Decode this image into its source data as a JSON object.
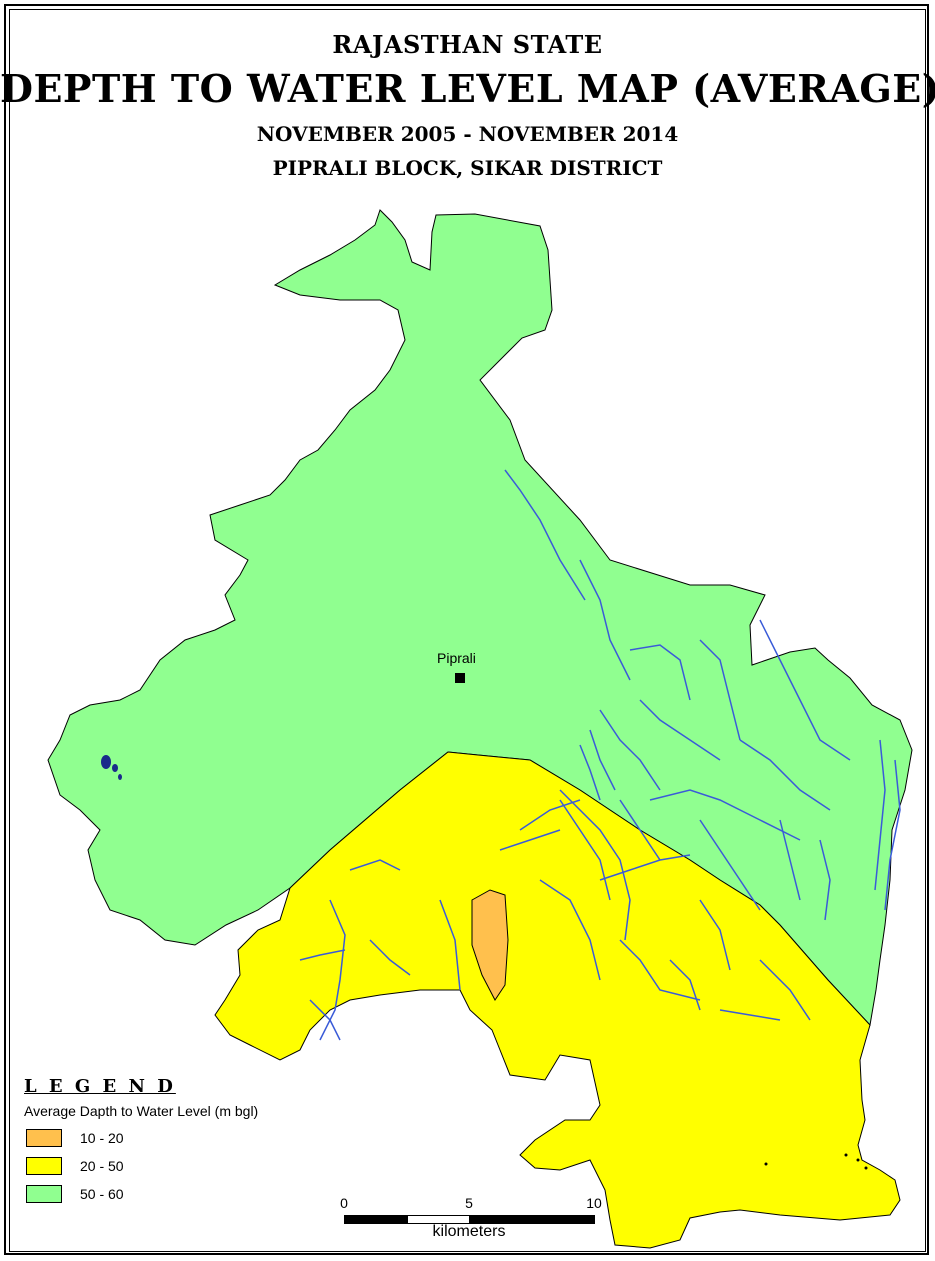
{
  "map": {
    "state": "RAJASTHAN STATE",
    "title": "DEPTH TO WATER LEVEL MAP (AVERAGE)",
    "period": "NOVEMBER 2005 - NOVEMBER 2014",
    "location": "PIPRALI BLOCK, SIKAR DISTRICT",
    "town": "Piprali"
  },
  "legend": {
    "heading": "L E G E N D",
    "subtitle": "Average Dapth to Water Level (m bgl)",
    "classes": [
      {
        "label": "10 - 20",
        "color": "#ffc04d"
      },
      {
        "label": "20 - 50",
        "color": "#ffff00"
      },
      {
        "label": "50 - 60",
        "color": "#90ff90"
      }
    ]
  },
  "scale_bar": {
    "ticks": [
      "0",
      "5",
      "10"
    ],
    "unit": "kilometers"
  },
  "colors": {
    "zone_50_60": "#90ff90",
    "zone_20_50": "#ffff00",
    "zone_10_20": "#ffc04d",
    "drainage": "#3a5bd8",
    "waterbody": "#1a2a8a"
  }
}
